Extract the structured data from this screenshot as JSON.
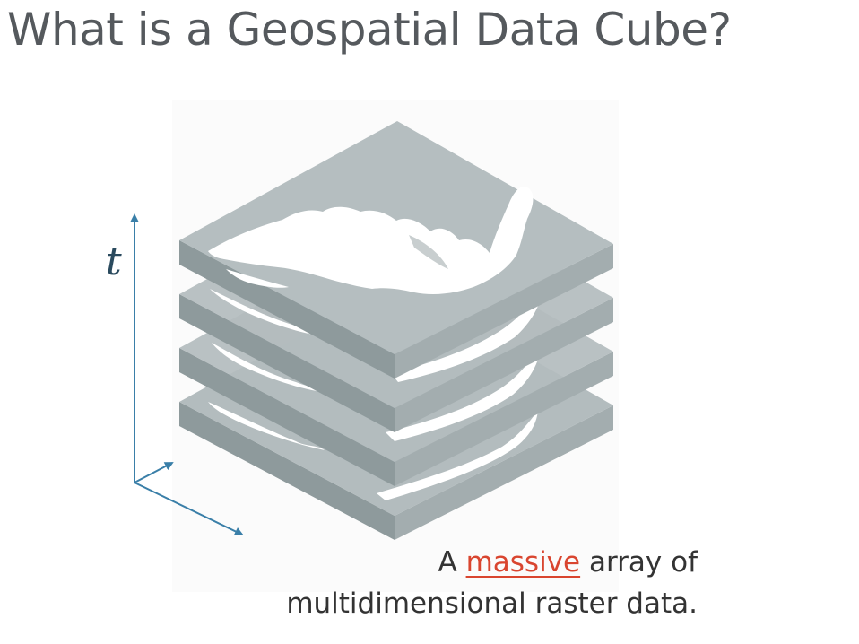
{
  "slide": {
    "title": "What is a Geospatial Data Cube?"
  },
  "diagram": {
    "axis_label": "t",
    "layer_count": 4
  },
  "caption": {
    "before": "A",
    "highlight": "massive",
    "after": "array of",
    "line2": "multidimensional raster data."
  },
  "colors": {
    "title": "#55595d",
    "axis": "#3a7fa8",
    "highlight": "#d9452f",
    "slab_top": "#b5bec0",
    "slab_side": "#8f9b9d",
    "land": "#ffffff"
  }
}
